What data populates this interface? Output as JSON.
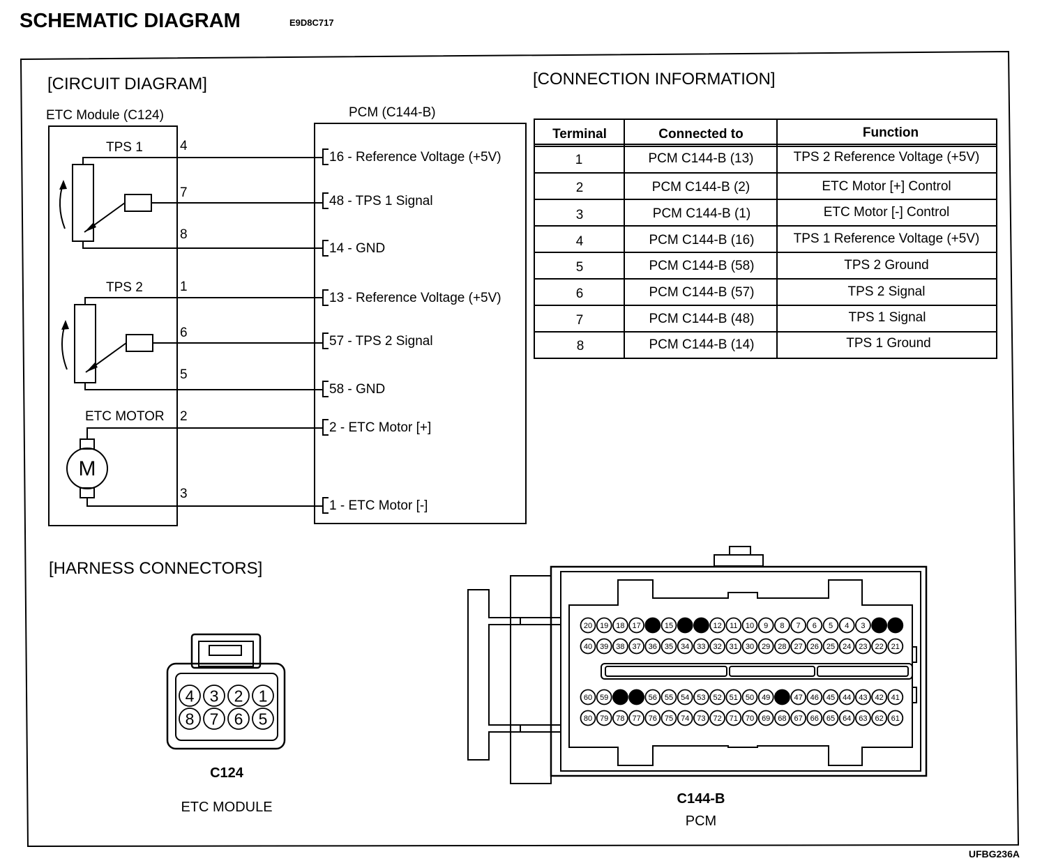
{
  "header": {
    "title": "SCHEMATIC DIAGRAM",
    "code": "E9D8C717"
  },
  "footer_code": "UFBG236A",
  "circuit": {
    "section_title": "[CIRCUIT DIAGRAM]",
    "etc_module_label": "ETC Module (C124)",
    "pcm_label": "PCM (C144-B)",
    "tps1_label": "TPS 1",
    "tps2_label": "TPS 2",
    "motor_label": "ETC MOTOR",
    "motor_symbol": "M",
    "pins": [
      "4",
      "7",
      "8",
      "1",
      "6",
      "5",
      "2",
      "3"
    ],
    "pcm_pins": [
      "16 - Reference Voltage (+5V)",
      "48 - TPS 1 Signal",
      "14 - GND",
      "13 - Reference Voltage (+5V)",
      "57 - TPS 2 Signal",
      "58 - GND",
      "2 - ETC Motor [+]",
      "1 - ETC Motor [-]"
    ]
  },
  "connection": {
    "section_title": "[CONNECTION INFORMATION]",
    "headers": [
      "Terminal",
      "Connected to",
      "Function"
    ],
    "rows": [
      [
        "1",
        "PCM C144-B (13)",
        "TPS 2 Reference Voltage (+5V)"
      ],
      [
        "2",
        "PCM C144-B (2)",
        "ETC Motor [+] Control"
      ],
      [
        "3",
        "PCM C144-B (1)",
        "ETC Motor [-] Control"
      ],
      [
        "4",
        "PCM C144-B (16)",
        "TPS 1 Reference Voltage (+5V)"
      ],
      [
        "5",
        "PCM C144-B (58)",
        "TPS 2 Ground"
      ],
      [
        "6",
        "PCM C144-B (57)",
        "TPS 2 Signal"
      ],
      [
        "7",
        "PCM C144-B (48)",
        "TPS 1 Signal"
      ],
      [
        "8",
        "PCM C144-B (14)",
        "TPS 1 Ground"
      ]
    ]
  },
  "harness": {
    "section_title": "[HARNESS CONNECTORS]",
    "c124": {
      "name": "C124",
      "desc": "ETC MODULE",
      "row1": [
        "4",
        "3",
        "2",
        "1"
      ],
      "row2": [
        "8",
        "7",
        "6",
        "5"
      ]
    },
    "c144": {
      "name": "C144-B",
      "desc": "PCM",
      "row1": [
        "20",
        "19",
        "18",
        "17",
        "",
        "15",
        "",
        "",
        "12",
        "11",
        "10",
        "9",
        "8",
        "7",
        "6",
        "5",
        "4",
        "3",
        "",
        ""
      ],
      "row2": [
        "40",
        "39",
        "38",
        "37",
        "36",
        "35",
        "34",
        "33",
        "32",
        "31",
        "30",
        "29",
        "28",
        "27",
        "26",
        "25",
        "24",
        "23",
        "22",
        "21"
      ],
      "row3": [
        "60",
        "59",
        "",
        "",
        "56",
        "55",
        "54",
        "53",
        "52",
        "51",
        "50",
        "49",
        "",
        "47",
        "46",
        "45",
        "44",
        "43",
        "42",
        "41"
      ],
      "row4": [
        "80",
        "79",
        "78",
        "77",
        "76",
        "75",
        "74",
        "73",
        "72",
        "71",
        "70",
        "69",
        "68",
        "67",
        "66",
        "65",
        "64",
        "63",
        "62",
        "61"
      ]
    }
  }
}
